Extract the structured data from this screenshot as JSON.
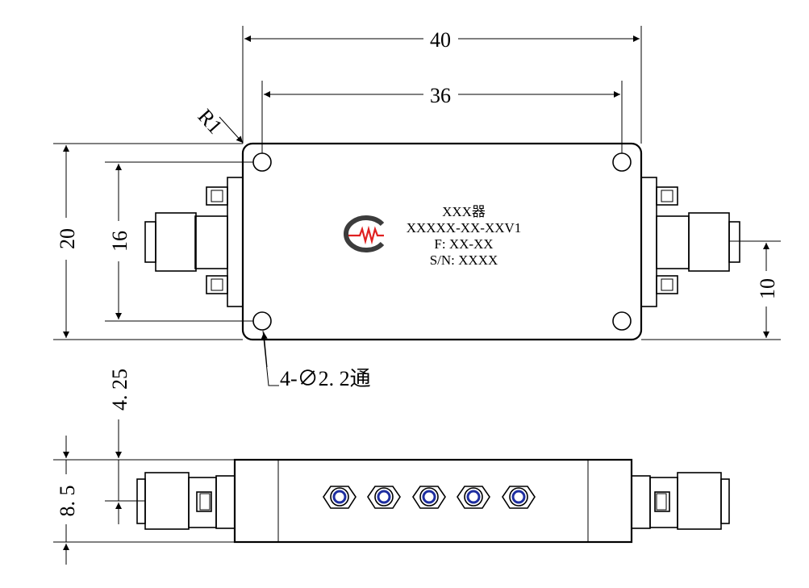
{
  "dimensions": {
    "width_40": "40",
    "width_36": "36",
    "radius": "R1",
    "height_20": "20",
    "height_16": "16",
    "offset_10": "10",
    "depth_4_25": "4. 25",
    "depth_8_5": "8. 5",
    "holes_note": "4-∅2. 2通"
  },
  "label": {
    "line1": "XXX器",
    "line2": "XXXXX-XX-XXV1",
    "line3": "F: XX-XX",
    "line4": "S/N: XXXX"
  },
  "logo": {
    "name": "mw-logo",
    "colors": {
      "arc": "#3c3c3c",
      "wave": "#e02020"
    }
  }
}
